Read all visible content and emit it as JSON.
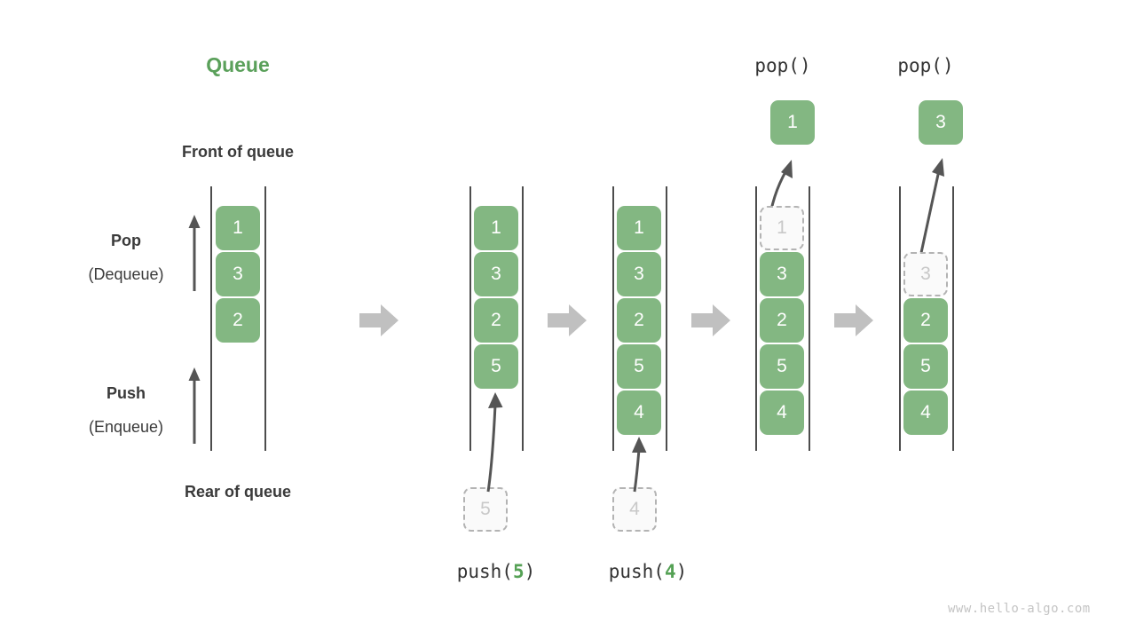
{
  "diagram": {
    "title": "Queue",
    "title_color": "#5aa05a",
    "box_color": "#83b782",
    "front_label": "Front of queue",
    "rear_label": "Rear of queue",
    "pop_label": "Pop",
    "pop_sub_label": "(Dequeue)",
    "push_label": "Push",
    "push_sub_label": "(Enqueue)",
    "watermark": "www.hello-algo.com",
    "flow_arrow_icon": "right-block-arrow"
  },
  "stages": [
    {
      "id": "initial",
      "caption": "",
      "caption_prefix": "",
      "caption_arg": "",
      "caption_suffix": "",
      "cells": [
        {
          "value": "1",
          "state": "filled"
        },
        {
          "value": "3",
          "state": "filled"
        },
        {
          "value": "2",
          "state": "filled"
        }
      ]
    },
    {
      "id": "push-5",
      "caption_prefix": "push(",
      "caption_arg": "5",
      "caption_suffix": ")",
      "incoming_value": "5",
      "cells": [
        {
          "value": "1",
          "state": "filled"
        },
        {
          "value": "3",
          "state": "filled"
        },
        {
          "value": "2",
          "state": "filled"
        },
        {
          "value": "5",
          "state": "filled"
        }
      ]
    },
    {
      "id": "push-4",
      "caption_prefix": "push(",
      "caption_arg": "4",
      "caption_suffix": ")",
      "incoming_value": "4",
      "cells": [
        {
          "value": "1",
          "state": "filled"
        },
        {
          "value": "3",
          "state": "filled"
        },
        {
          "value": "2",
          "state": "filled"
        },
        {
          "value": "5",
          "state": "filled"
        },
        {
          "value": "4",
          "state": "filled"
        }
      ]
    },
    {
      "id": "pop-1",
      "caption_prefix": "pop(",
      "caption_arg": "",
      "caption_suffix": ")",
      "popped_value": "1",
      "cells": [
        {
          "value": "1",
          "state": "ghost"
        },
        {
          "value": "3",
          "state": "filled"
        },
        {
          "value": "2",
          "state": "filled"
        },
        {
          "value": "5",
          "state": "filled"
        },
        {
          "value": "4",
          "state": "filled"
        }
      ]
    },
    {
      "id": "pop-3",
      "caption_prefix": "pop(",
      "caption_arg": "",
      "caption_suffix": ")",
      "popped_value": "3",
      "cells": [
        {
          "value": "",
          "state": "empty"
        },
        {
          "value": "3",
          "state": "ghost"
        },
        {
          "value": "2",
          "state": "filled"
        },
        {
          "value": "5",
          "state": "filled"
        },
        {
          "value": "4",
          "state": "filled"
        }
      ]
    }
  ]
}
